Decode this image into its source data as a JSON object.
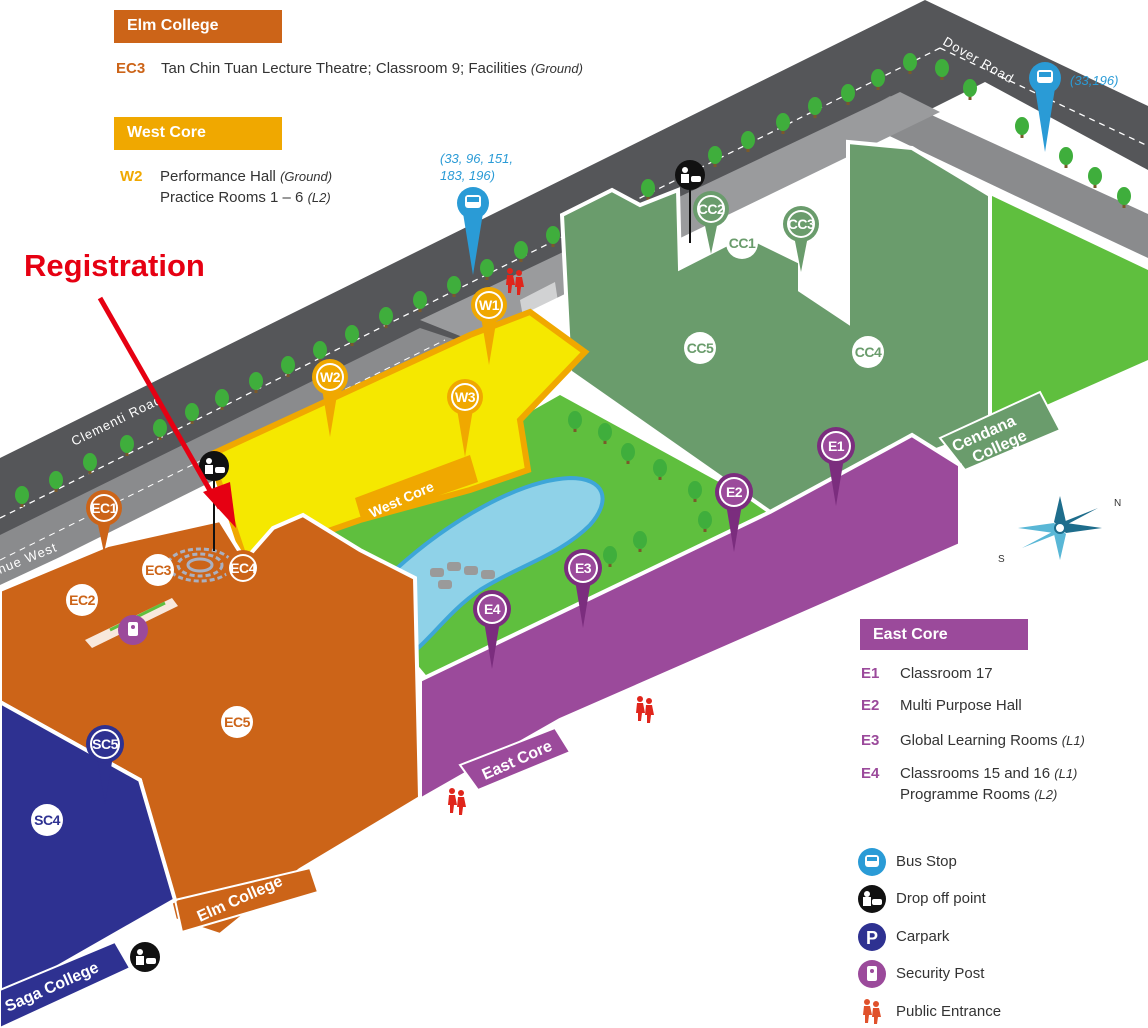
{
  "colors": {
    "elm": "#cc6418",
    "west": "#f0a800",
    "west_building": "#f5e800",
    "cendana": "#6a9c6c",
    "east": "#9b4a9b",
    "saga": "#2e3191",
    "bus": "#2a9bd6",
    "road": "#4d4d4f",
    "grass": "#5fbf3e",
    "registration": "#e60012"
  },
  "legend_boxes": {
    "elm": {
      "title": "Elm College",
      "items": [
        {
          "code": "EC3",
          "text": "Tan Chin Tuan Lecture Theatre; Classroom 9; Facilities",
          "loc": "(Ground)"
        }
      ]
    },
    "west": {
      "title": "West Core",
      "items": [
        {
          "code": "W2",
          "line1": "Performance Hall",
          "loc1": "(Ground)",
          "line2": "Practice Rooms 1 – 6",
          "loc2": "(L2)"
        }
      ]
    },
    "east": {
      "title": "East Core",
      "items": [
        {
          "code": "E1",
          "text": "Classroom 17",
          "loc": ""
        },
        {
          "code": "E2",
          "text": "Multi Purpose Hall",
          "loc": ""
        },
        {
          "code": "E3",
          "text": "Global Learning Rooms",
          "loc": "(L1)"
        },
        {
          "code": "E4",
          "text": "Classrooms 15 and 16",
          "loc": "(L1)",
          "line2": "Programme Rooms",
          "loc2": "(L2)"
        }
      ]
    }
  },
  "symbol_legend": [
    {
      "icon": "bus-stop-icon",
      "label": "Bus Stop"
    },
    {
      "icon": "drop-off-icon",
      "label": "Drop off point"
    },
    {
      "icon": "carpark-icon",
      "label": "Carpark",
      "glyph": "P"
    },
    {
      "icon": "security-post-icon",
      "label": "Security Post"
    },
    {
      "icon": "public-entrance-icon",
      "label": "Public Entrance"
    }
  ],
  "registration_label": "Registration",
  "roads": {
    "clementi": "Clementi Road",
    "dover": "Dover Road",
    "avenue_west": "nue West"
  },
  "area_labels": {
    "west_core": "West Core",
    "east_core": "East Core",
    "elm_college": "Elm College",
    "saga_college": "Saga College",
    "cendana_line1": "Cendana",
    "cendana_line2": "College"
  },
  "bus_stops": {
    "left_routes_line1": "(33, 96, 151,",
    "left_routes_line2": "183, 196)",
    "right_routes": "(33,196)"
  },
  "markers": {
    "w1": "W1",
    "w2": "W2",
    "w3": "W3",
    "ec1": "EC1",
    "ec2": "EC2",
    "ec3": "EC3",
    "ec4": "EC4",
    "ec5": "EC5",
    "cc1": "CC1",
    "cc2": "CC2",
    "cc3": "CC3",
    "cc4": "CC4",
    "cc5": "CC5",
    "e1": "E1",
    "e2": "E2",
    "e3": "E3",
    "e4": "E4",
    "sc4": "SC4",
    "sc5": "SC5"
  },
  "compass": {
    "north": "N",
    "south": "S"
  }
}
